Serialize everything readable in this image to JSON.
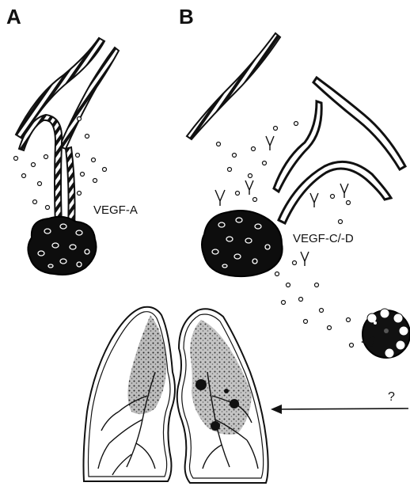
{
  "panels": {
    "a": {
      "letter": "A",
      "growth_factor_label": "VEGF-A"
    },
    "b": {
      "letter": "B",
      "growth_factor_label": "VEGF-C/-D"
    }
  },
  "metastasis_arrow": {
    "label": "?"
  },
  "colors": {
    "ink": "#111111",
    "paper": "#ffffff",
    "lung_shade": "#3a3a3a"
  }
}
